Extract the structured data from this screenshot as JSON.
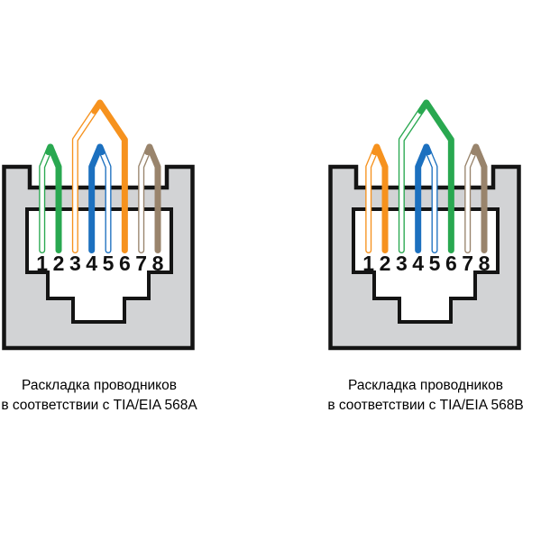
{
  "colors": {
    "green": "#29A850",
    "orange": "#F6921E",
    "blue": "#1C70BF",
    "brown": "#99846C",
    "connector_fill": "#D2D3D5",
    "outline": "#141414",
    "wire_white": "#FFFFFF",
    "text": "#000000"
  },
  "diagrams": [
    {
      "standard": "TIA/EIA 568A",
      "caption_line1": "Раскладка проводников",
      "caption_line2": "в соответствии с TIA/EIA 568A",
      "pins": [
        {
          "label": "1",
          "wire": "white-green",
          "pattern": "striped",
          "color": "green"
        },
        {
          "label": "2",
          "wire": "green",
          "pattern": "solid",
          "color": "green"
        },
        {
          "label": "3",
          "wire": "white-orange",
          "pattern": "striped",
          "color": "orange"
        },
        {
          "label": "4",
          "wire": "blue",
          "pattern": "solid",
          "color": "blue"
        },
        {
          "label": "5",
          "wire": "white-blue",
          "pattern": "striped",
          "color": "blue"
        },
        {
          "label": "6",
          "wire": "orange",
          "pattern": "solid",
          "color": "orange"
        },
        {
          "label": "7",
          "wire": "white-brown",
          "pattern": "striped",
          "color": "brown"
        },
        {
          "label": "8",
          "wire": "brown",
          "pattern": "solid",
          "color": "brown"
        }
      ],
      "pairs": [
        {
          "pins": [
            1,
            2
          ],
          "arch": "low"
        },
        {
          "pins": [
            3,
            6
          ],
          "arch": "high"
        },
        {
          "pins": [
            4,
            5
          ],
          "arch": "low"
        },
        {
          "pins": [
            7,
            8
          ],
          "arch": "low"
        }
      ]
    },
    {
      "standard": "TIA/EIA 568B",
      "caption_line1": "Раскладка проводников",
      "caption_line2": "в соответствии с TIA/EIA 568B",
      "pins": [
        {
          "label": "1",
          "wire": "white-orange",
          "pattern": "striped",
          "color": "orange"
        },
        {
          "label": "2",
          "wire": "orange",
          "pattern": "solid",
          "color": "orange"
        },
        {
          "label": "3",
          "wire": "white-green",
          "pattern": "striped",
          "color": "green"
        },
        {
          "label": "4",
          "wire": "blue",
          "pattern": "solid",
          "color": "blue"
        },
        {
          "label": "5",
          "wire": "white-blue",
          "pattern": "striped",
          "color": "blue"
        },
        {
          "label": "6",
          "wire": "green",
          "pattern": "solid",
          "color": "green"
        },
        {
          "label": "7",
          "wire": "white-brown",
          "pattern": "striped",
          "color": "brown"
        },
        {
          "label": "8",
          "wire": "brown",
          "pattern": "solid",
          "color": "brown"
        }
      ],
      "pairs": [
        {
          "pins": [
            1,
            2
          ],
          "arch": "low"
        },
        {
          "pins": [
            3,
            6
          ],
          "arch": "high"
        },
        {
          "pins": [
            4,
            5
          ],
          "arch": "low"
        },
        {
          "pins": [
            7,
            8
          ],
          "arch": "low"
        }
      ]
    }
  ]
}
